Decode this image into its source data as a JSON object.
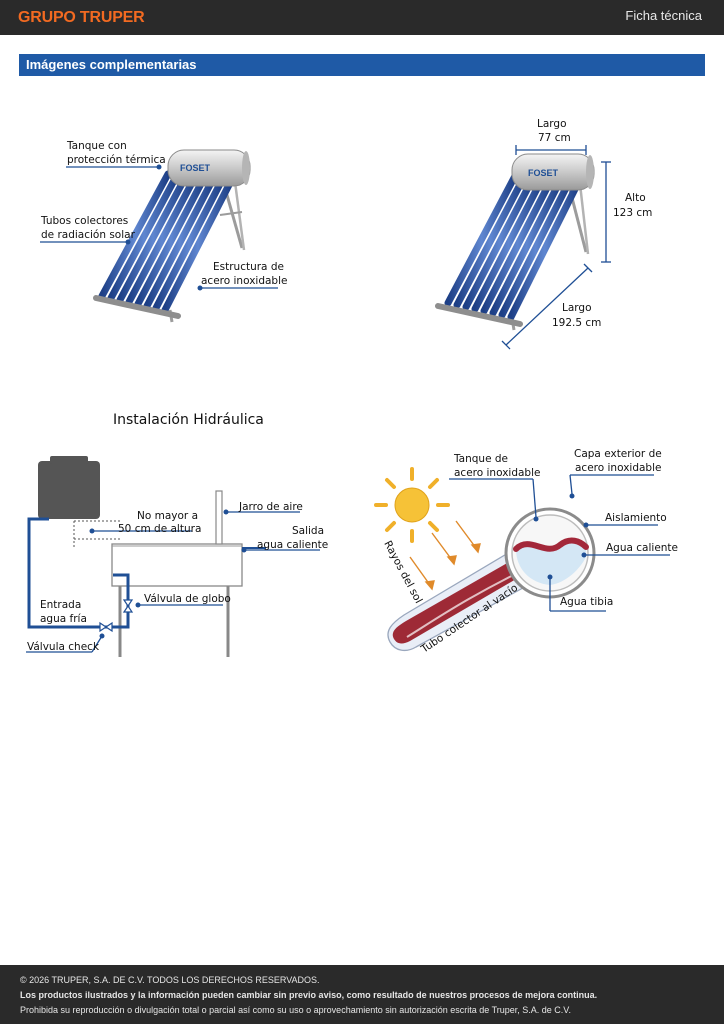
{
  "header": {
    "brand": "GRUPO TRUPER",
    "doc_type": "Ficha técnica"
  },
  "section": {
    "title": "Imágenes complementarias"
  },
  "figure_parts": {
    "logo": "FOSET",
    "labels": {
      "tank": [
        "Tanque con",
        "protección térmica"
      ],
      "tubes": [
        "Tubos colectores",
        "de radiación solar"
      ],
      "structure": [
        "Estructura de",
        "acero inoxidable"
      ]
    }
  },
  "figure_dims": {
    "logo": "FOSET",
    "length_top": [
      "Largo",
      "77 cm"
    ],
    "height": [
      "Alto",
      "123 cm"
    ],
    "length_bottom": [
      "Largo",
      "192.5 cm"
    ]
  },
  "figure_install": {
    "title": "Instalación Hidráulica",
    "labels": {
      "max_height": [
        "No mayor a",
        "50 cm de altura"
      ],
      "air_jar": "Jarro de aire",
      "hot_out": [
        "Salida",
        "agua caliente"
      ],
      "globe_valve": "Válvula de globo",
      "cold_in": [
        "Entrada",
        "agua fría"
      ],
      "check_valve": "Válvula check"
    }
  },
  "figure_tube": {
    "labels": {
      "tank": [
        "Tanque de",
        "acero inoxidable"
      ],
      "outer_layer": [
        "Capa exterior de",
        "acero inoxidable"
      ],
      "insulation": "Aislamiento",
      "hot_water": "Agua caliente",
      "warm_water": "Agua tibia",
      "sun_rays": "Rayos del sol",
      "vacuum_tube": "Tubo colector al vacío"
    }
  },
  "footer": {
    "line1": "© 2026 TRUPER, S.A. DE C.V. TODOS LOS DERECHOS RESERVADOS.",
    "line2": "Los productos ilustrados y la información pueden cambiar sin previo aviso, como resultado de nuestros procesos de mejora continua.",
    "line3": "Prohibida su reproducción o divulgación total o parcial así como su uso o aprovechamiento sin autorización escrita de Truper, S.A. de C.V."
  },
  "colors": {
    "brand_orange": "#f26a21",
    "section_blue": "#1f5aa6",
    "leader_blue": "#1f4f95",
    "dark_bar": "#2a2a2a"
  }
}
